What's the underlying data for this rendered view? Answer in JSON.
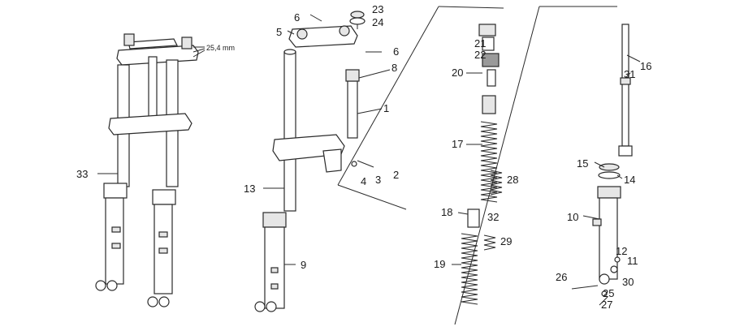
{
  "note": "25,4 mm",
  "labels": [
    "1",
    "2",
    "3",
    "4",
    "5",
    "6",
    "6",
    "8",
    "9",
    "10",
    "11",
    "12",
    "13",
    "14",
    "15",
    "16",
    "17",
    "18",
    "19",
    "20",
    "21",
    "22",
    "23",
    "24",
    "25",
    "26",
    "27",
    "28",
    "29",
    "30",
    "31",
    "32",
    "33"
  ]
}
